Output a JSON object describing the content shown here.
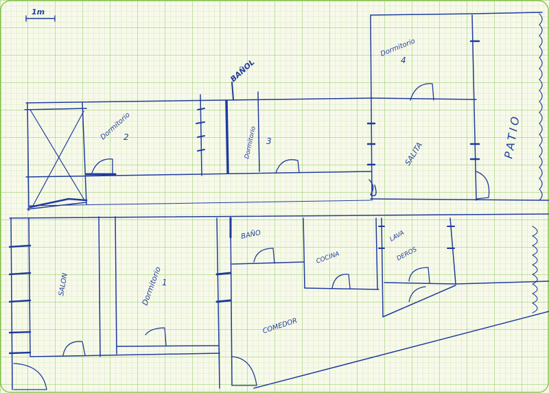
{
  "colors": {
    "grid_minor": "#c2df8c",
    "grid_major": "#8cc455",
    "ink": "#1f3a9e",
    "paper": "#f7f9ec"
  },
  "scale": {
    "label": "1m"
  },
  "rooms": {
    "dormitorio_2": {
      "name": "Dormitorio",
      "number": "2"
    },
    "banol": {
      "name": "BAÑOL"
    },
    "dormitorio_3": {
      "name": "Dormitorio",
      "number": "3"
    },
    "dormitorio_4": {
      "name": "Dormitorio",
      "number": "4"
    },
    "salita": {
      "name": "SALITA"
    },
    "patio": {
      "name": "PATIO"
    },
    "salon": {
      "name": "SALON"
    },
    "dormitorio_1": {
      "name": "Dormitorio",
      "number": "1"
    },
    "bano": {
      "name": "BAÑO"
    },
    "cocina": {
      "name": "COCINA"
    },
    "lavadero": {
      "name": "LAVA",
      "line2": "DEROS"
    },
    "comedor": {
      "name": "COMEDOR"
    }
  }
}
